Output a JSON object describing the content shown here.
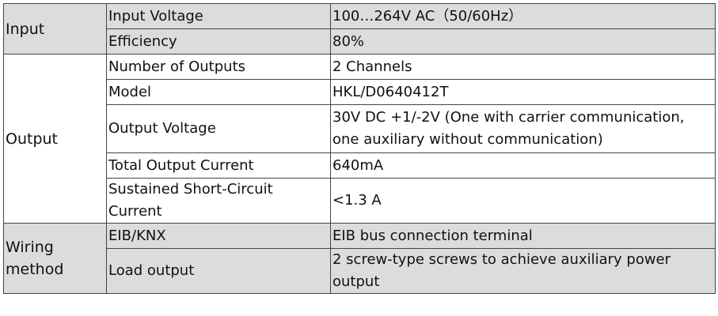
{
  "sections": [
    {
      "label": "Input",
      "rows": [
        {
          "param": "Input Voltage",
          "value": "100…264V AC（50/60Hz）"
        },
        {
          "param": "Efficiency",
          "value": "80%"
        }
      ]
    },
    {
      "label": "Output",
      "rows": [
        {
          "param": "Number of Outputs",
          "value": "2 Channels"
        },
        {
          "param": "Model",
          "value": "HKL/D0640412T"
        },
        {
          "param": "Output Voltage",
          "value": "30V DC +1/-2V (One with carrier communication, one auxiliary without communication)"
        },
        {
          "param": "Total Output Current",
          "value": "640mA"
        },
        {
          "param": "Sustained Short-Circuit Current",
          "value": "<1.3 A"
        }
      ]
    },
    {
      "label": "Wiring method",
      "rows": [
        {
          "param": "EIB/KNX",
          "value": "EIB bus connection terminal"
        },
        {
          "param": "Load output",
          "value": "2 screw-type screws to achieve auxiliary power output"
        }
      ]
    }
  ]
}
